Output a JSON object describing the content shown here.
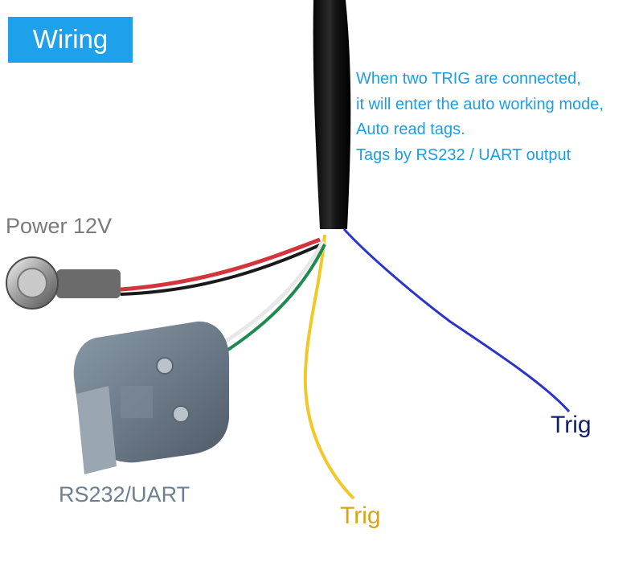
{
  "title": "Wiring",
  "description": [
    "When two TRIG are connected,",
    "it will enter the auto working mode,",
    "Auto read tags.",
    "Tags by RS232 / UART output"
  ],
  "labels": {
    "power": "Power 12V",
    "rs232": "RS232/UART",
    "trig_yellow": "Trig",
    "trig_blue": "Trig"
  },
  "colors": {
    "title_bg": "#1ea0ea",
    "description_text": "#1a9ee6",
    "trig_yellow": "#d8a316",
    "trig_blue": "#13206b",
    "wire_blue": "#2a36c8",
    "wire_yellow": "#f0c82a",
    "cable_black": "#111111"
  }
}
